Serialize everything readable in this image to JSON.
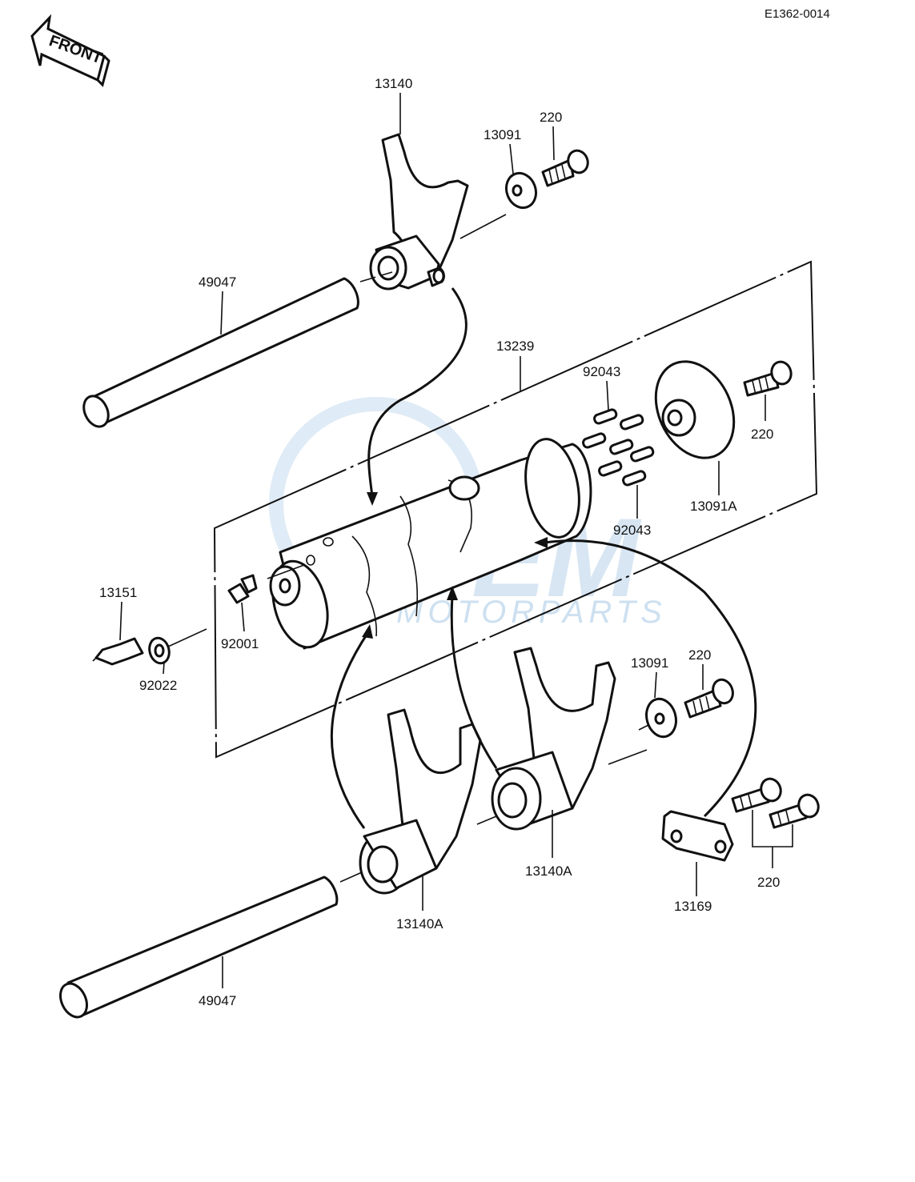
{
  "diagram": {
    "code": "E1362-0014",
    "front_label": "FRONT",
    "watermark": {
      "line1": "OEM",
      "line2": "MOTORPARTS"
    },
    "callouts": {
      "fork_top": "13140",
      "washer_top": "13091",
      "bolt_top": "220",
      "shaft_top": "49047",
      "drum": "13239",
      "pins_top": "92043",
      "pins_bottom": "92043",
      "bolt_drum": "220",
      "drum_plate": "13091A",
      "switch": "13151",
      "switch_washer": "92022",
      "pin_plug": "92001",
      "washer_mid": "13091",
      "bolt_mid": "220",
      "fork_left": "13140A",
      "fork_right": "13140A",
      "plate": "13169",
      "bolts_plate": "220",
      "shaft_bottom": "49047"
    }
  }
}
